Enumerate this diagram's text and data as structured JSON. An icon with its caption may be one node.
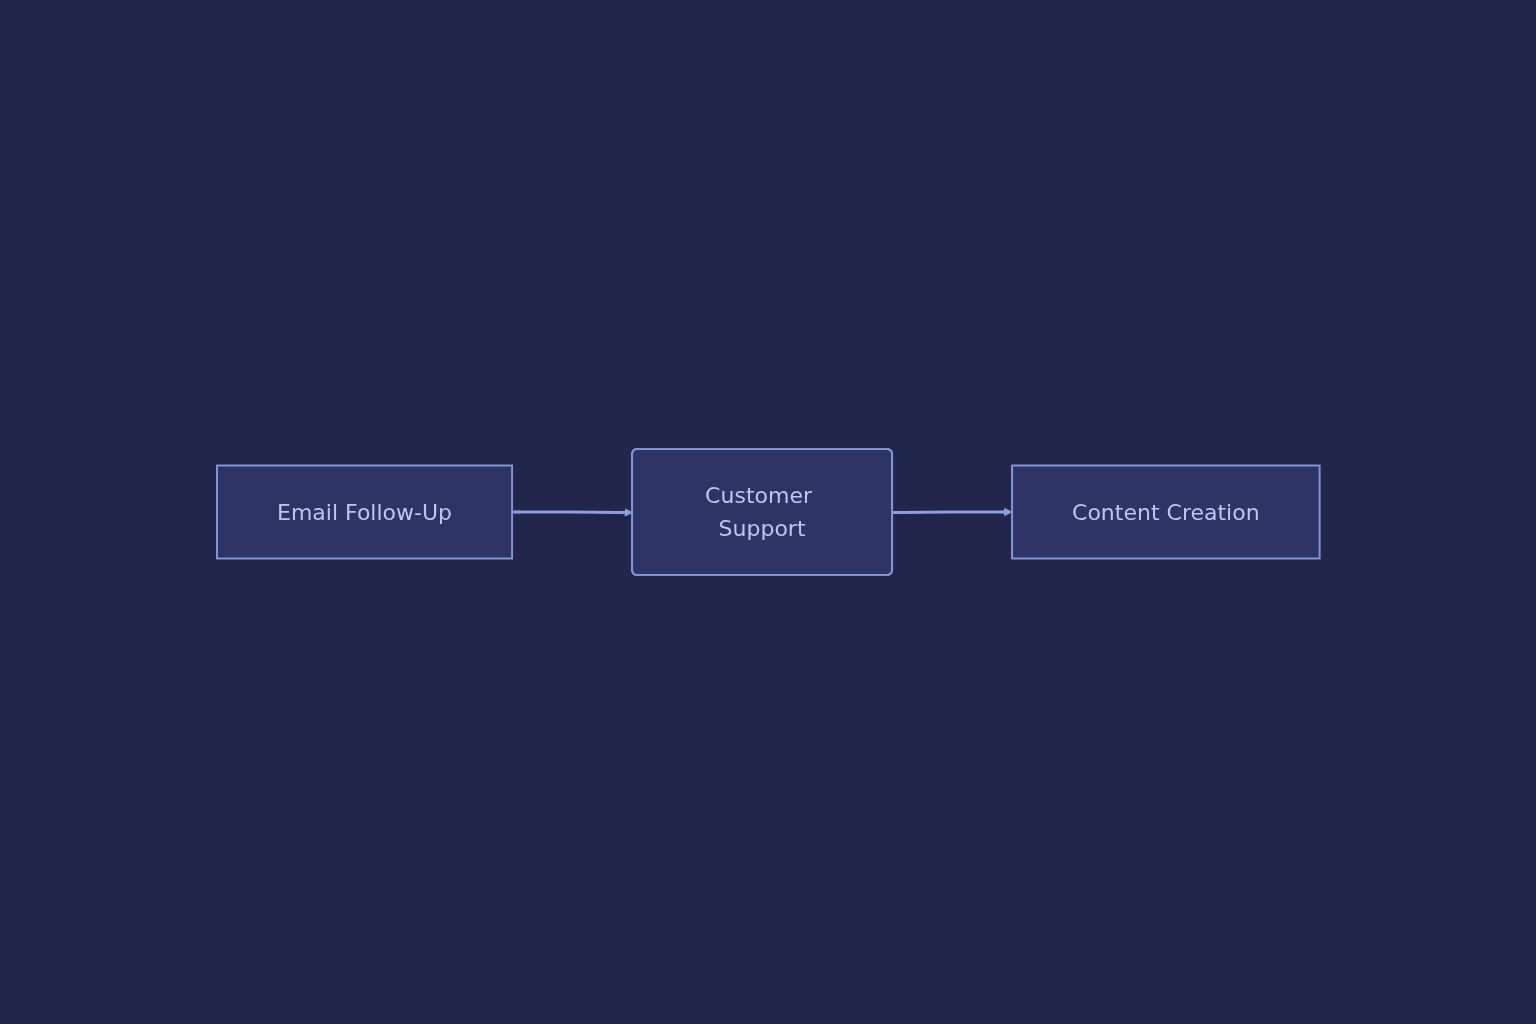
{
  "diagram": {
    "nodes": [
      {
        "text": [
          "Email Follow-Up"
        ]
      },
      {
        "text": [
          "Customer Support"
        ]
      },
      {
        "text": [
          "Content Creation"
        ]
      }
    ],
    "edges": [
      {
        "from": 0,
        "to": 1,
        "arrow": "to"
      },
      {
        "from": 1,
        "to": 2,
        "arrow": "to"
      }
    ]
  }
}
